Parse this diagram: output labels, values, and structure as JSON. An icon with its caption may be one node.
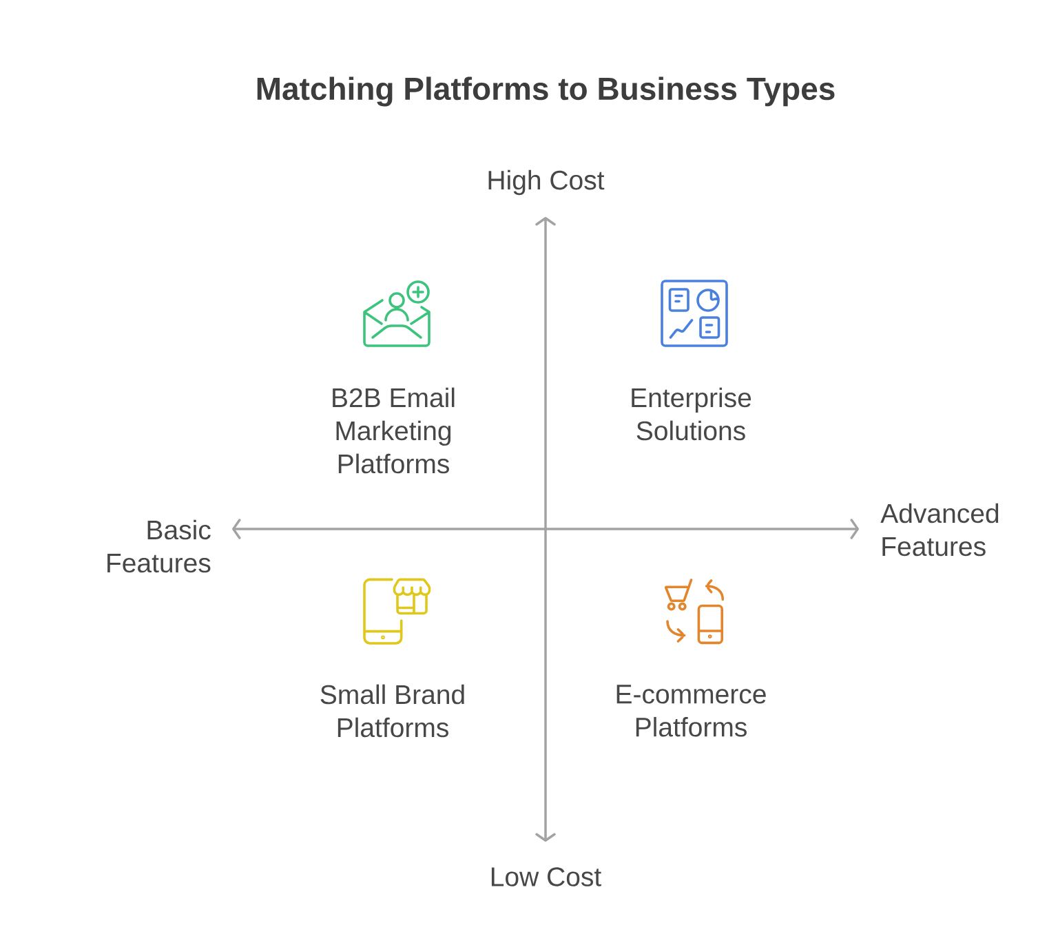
{
  "diagram": {
    "title": "Matching Platforms to Business Types",
    "nodes": [
      {
        "text": [
          "B2B Email Marketing Platforms"
        ]
      },
      {
        "text": [
          "Enterprise Solutions"
        ]
      },
      {
        "text": [
          "Small Brand Platforms"
        ]
      },
      {
        "text": [
          "E-commerce Platforms"
        ]
      }
    ],
    "labels": [
      "High Cost",
      "Basic Features",
      "Advanced Features",
      "Low Cost"
    ]
  }
}
